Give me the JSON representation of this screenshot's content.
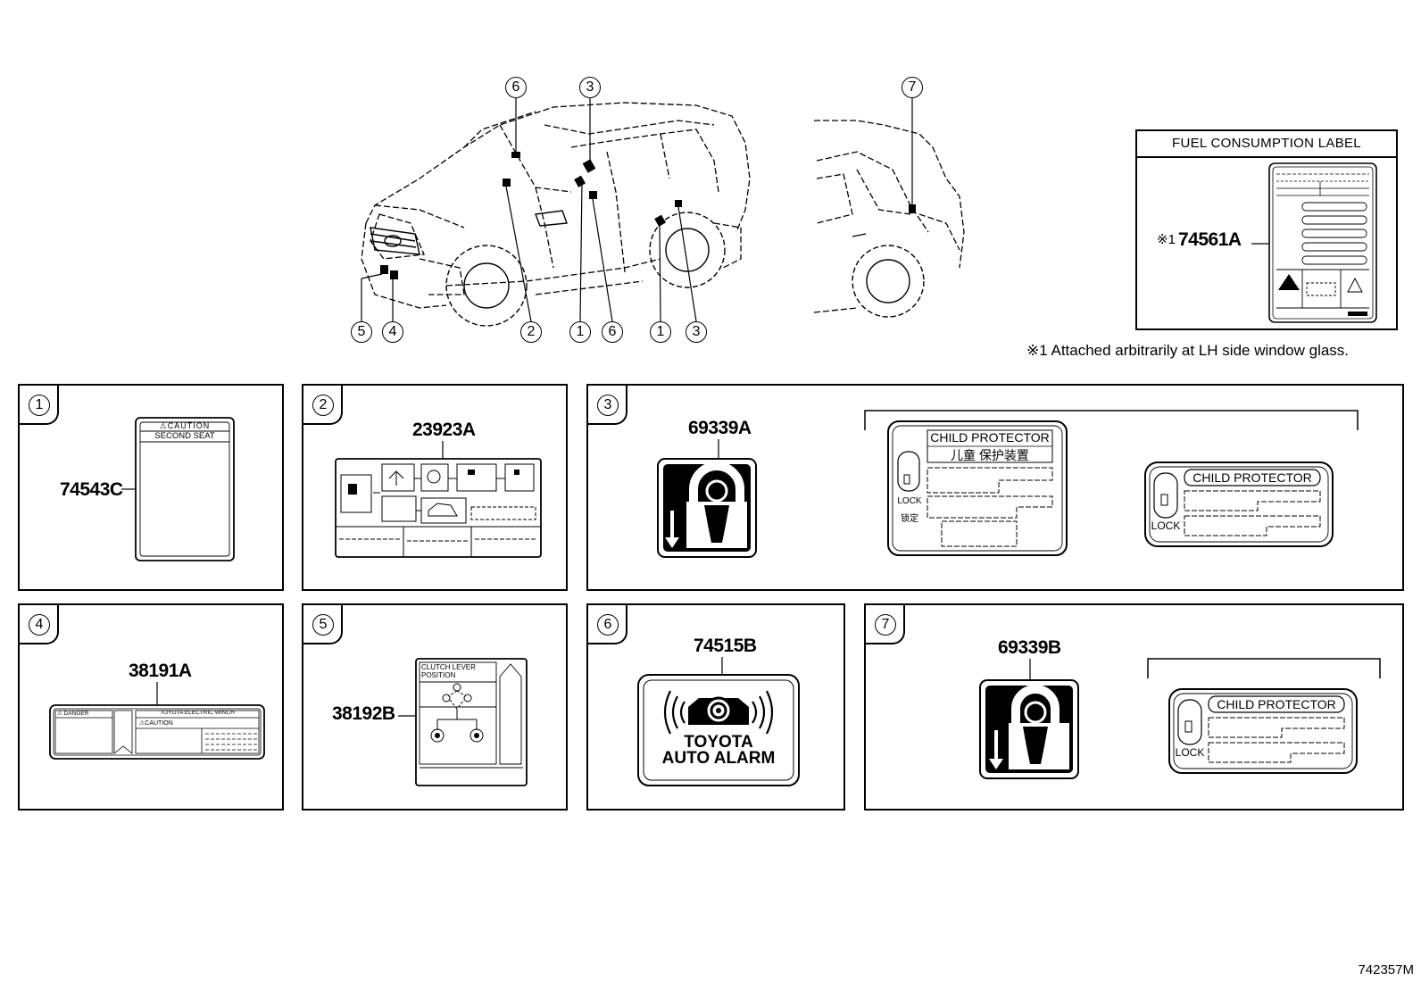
{
  "callouts_top": [
    "6",
    "3",
    "7"
  ],
  "callouts_bottom": [
    "5",
    "4",
    "2",
    "1",
    "6",
    "1",
    "3"
  ],
  "fuel_box": {
    "title": "FUEL CONSUMPTION LABEL",
    "mark": "※1",
    "part": "74561A"
  },
  "footnote": "※1  Attached arbitrarily at LH side window glass.",
  "panels": [
    {
      "num": "1",
      "part": "74543C",
      "label_lines": [
        "⚠CAUTION",
        "SECOND SEAT"
      ]
    },
    {
      "num": "2",
      "part": "23923A"
    },
    {
      "num": "3",
      "part": "69339A",
      "child_label_a": [
        "CHILD  PROTECTOR",
        "儿童  保护装置"
      ],
      "lock_a": [
        "LOCK",
        "锁定"
      ],
      "child_label_b": "CHILD PROTECTOR",
      "lock_b": "LOCK"
    },
    {
      "num": "4",
      "part": "38191A",
      "small_text": [
        "⚠ DANGER",
        "TOYOTA  ELECTRIC  WINCH",
        "⚠CAUTION"
      ]
    },
    {
      "num": "5",
      "part": "38192B",
      "label_lines": [
        "CLUTCH LEVER",
        "POSITION"
      ]
    },
    {
      "num": "6",
      "part": "74515B",
      "label_lines": [
        "TOYOTA",
        "AUTO ALARM"
      ]
    },
    {
      "num": "7",
      "part": "69339B",
      "child_label": "CHILD PROTECTOR",
      "lock": "LOCK"
    }
  ],
  "diagram_id": "742357M"
}
